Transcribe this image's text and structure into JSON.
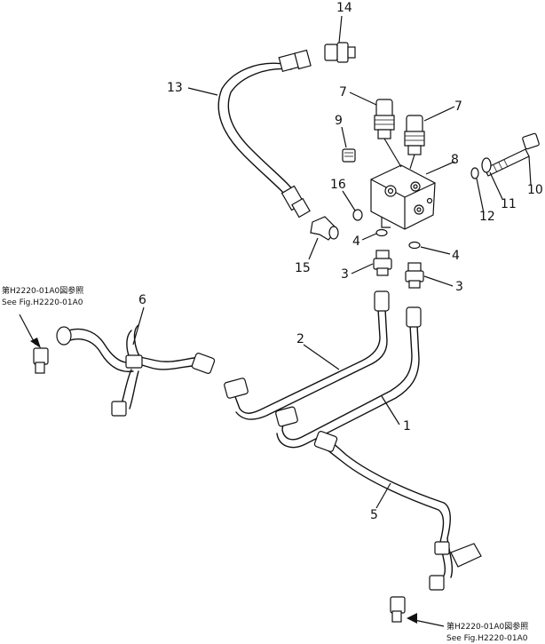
{
  "callouts": [
    {
      "id": "14",
      "text": "14"
    },
    {
      "id": "13",
      "text": "13"
    },
    {
      "id": "7a",
      "text": "7"
    },
    {
      "id": "7b",
      "text": "7"
    },
    {
      "id": "9",
      "text": "9"
    },
    {
      "id": "8",
      "text": "8"
    },
    {
      "id": "10",
      "text": "10"
    },
    {
      "id": "16",
      "text": "16"
    },
    {
      "id": "11",
      "text": "11"
    },
    {
      "id": "12",
      "text": "12"
    },
    {
      "id": "4a",
      "text": "4"
    },
    {
      "id": "4b",
      "text": "4"
    },
    {
      "id": "15",
      "text": "15"
    },
    {
      "id": "3a",
      "text": "3"
    },
    {
      "id": "3b",
      "text": "3"
    },
    {
      "id": "6",
      "text": "6"
    },
    {
      "id": "2",
      "text": "2"
    },
    {
      "id": "1",
      "text": "1"
    },
    {
      "id": "5",
      "text": "5"
    }
  ],
  "references": {
    "left_jp": "第H2220-01A0図参照",
    "left_en": "See Fig.H2220-01A0",
    "bottom_jp": "第H2220-01A0図参照",
    "bottom_en": "See Fig.H2220-01A0"
  }
}
